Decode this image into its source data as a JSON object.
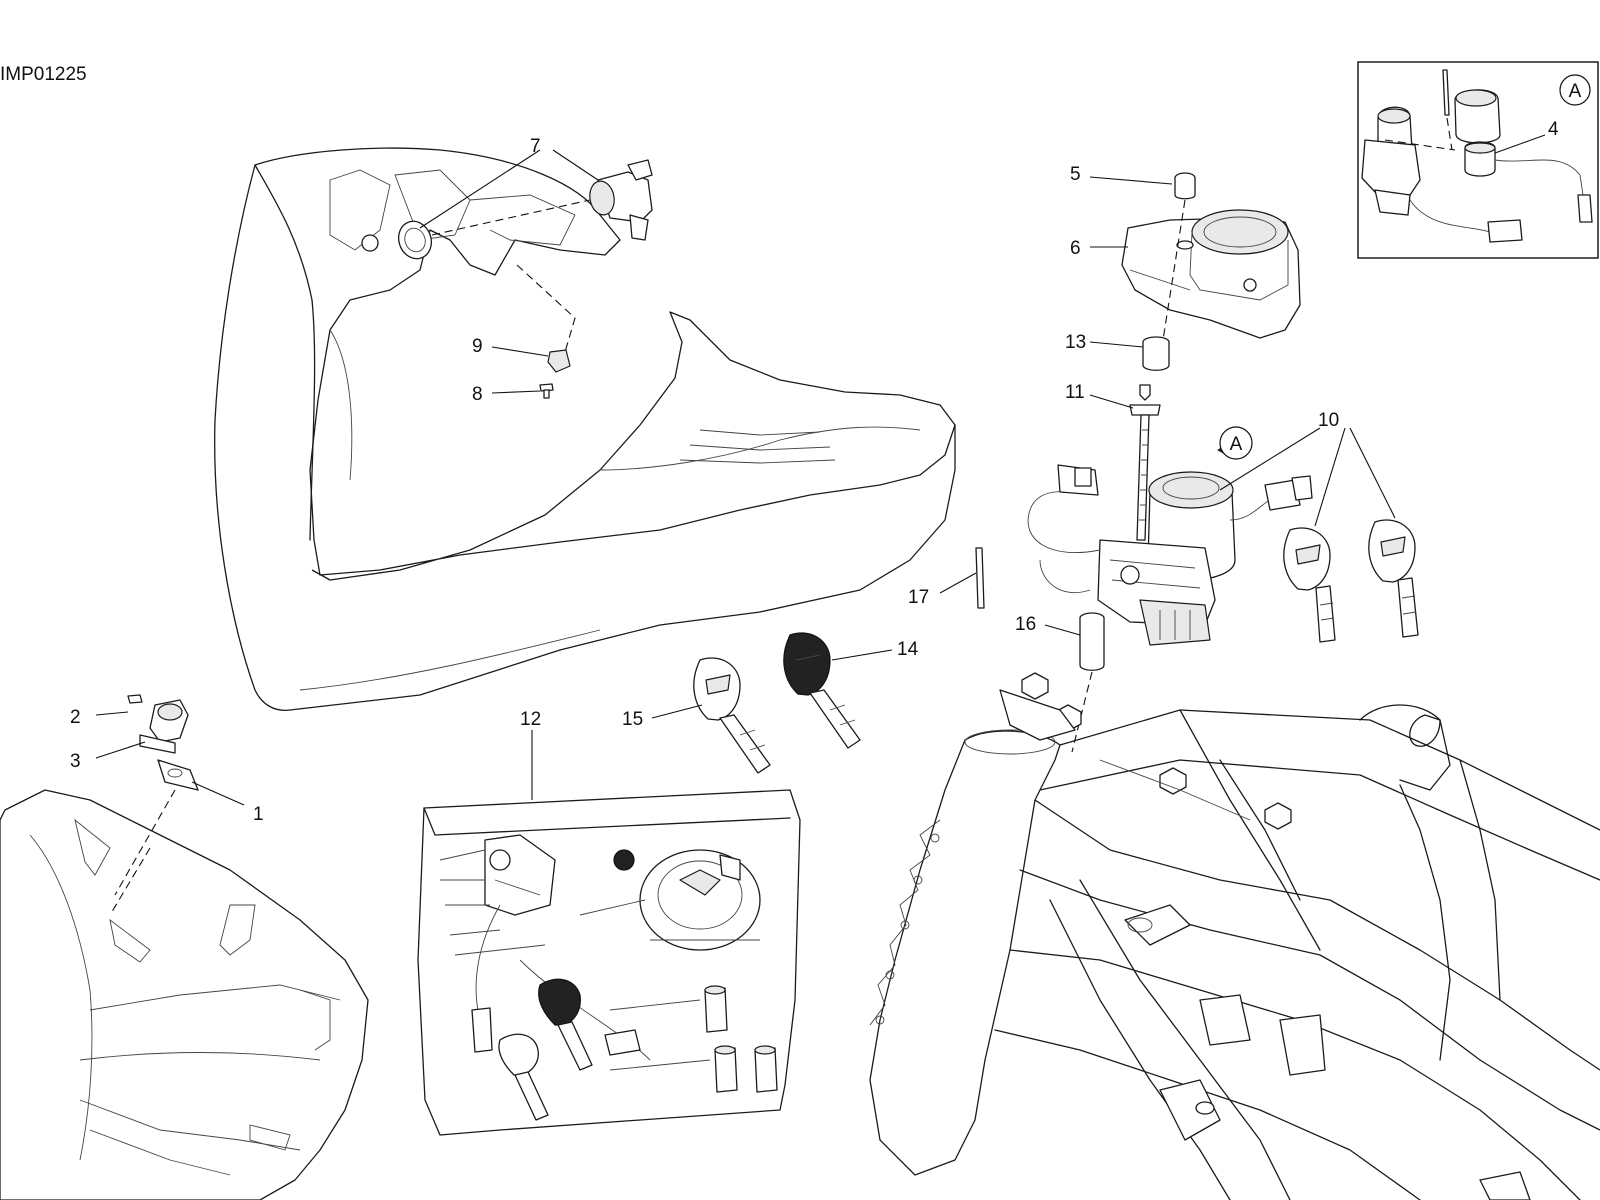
{
  "diagram": {
    "reference_code": "IMP01225",
    "detail_label": "A",
    "callouts": [
      "1",
      "2",
      "3",
      "4",
      "5",
      "6",
      "7",
      "8",
      "9",
      "10",
      "11",
      "12",
      "13",
      "14",
      "15",
      "16",
      "17"
    ]
  },
  "colors": {
    "line": "#1b1b1b",
    "background": "#ffffff",
    "dark_key": "#222222"
  }
}
